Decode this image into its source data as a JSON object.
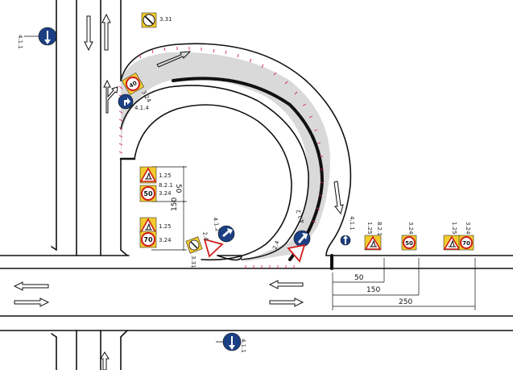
{
  "colors": {
    "sign_yellow": "#f2cb2e",
    "sign_red": "#d01c1c",
    "sign_blue": "#1b3f83",
    "work_zone": "#d9d9d9",
    "barrier_marks": "#d8207a",
    "road_lines": "#111111"
  },
  "signs": {
    "top_3_31": "3.31",
    "left_4_1_1": "4.1.1",
    "curve_3_24": "3.24",
    "curve_4_1_4": "4.1.4",
    "group_a": {
      "warning": "1.25",
      "plate": "8.2.1",
      "limit": "50",
      "limit_code": "3.24"
    },
    "group_b": {
      "warning": "1.25",
      "limit": "70",
      "limit_code": "3.24"
    },
    "bottom_3_31": "3.31",
    "bottom_2_4": "2.4",
    "bottom_4_1_2": "4.1.2",
    "right_2_4": "2.4",
    "right_4_1_2": "4.1.2",
    "right_4_1_1": "4.1.1",
    "right_warning_1": {
      "code": "1.25",
      "plate": "8.2.1"
    },
    "right_limit_50": {
      "value": "50",
      "code": "3.24"
    },
    "right_warning_2": {
      "code": "1.25"
    },
    "right_limit_70": {
      "value": "70",
      "code": "3.24"
    },
    "bottom_road_4_1_1": "4.1.1"
  },
  "dimensions": {
    "vertical_50": "50",
    "vertical_150": "150",
    "horizontal_50": "50",
    "horizontal_150": "150",
    "horizontal_250": "250"
  }
}
